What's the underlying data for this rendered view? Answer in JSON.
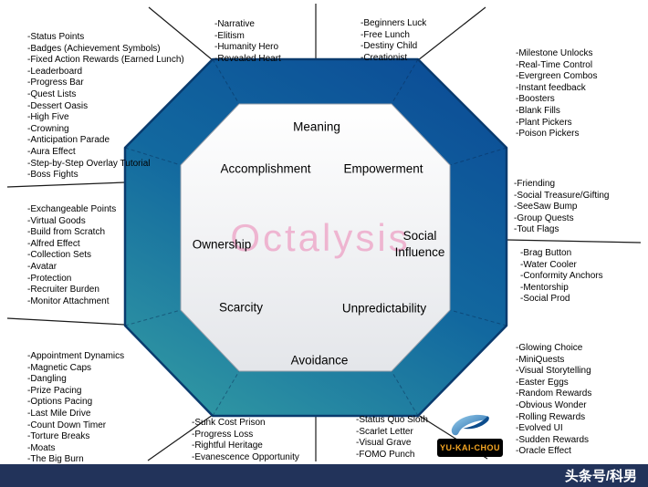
{
  "watermark": "Octalysis",
  "drives": {
    "meaning": "Meaning",
    "accomplishment": "Accomplishment",
    "empowerment": "Empowerment",
    "ownership": "Ownership",
    "social_influence_line1": "Social",
    "social_influence_line2": "Influence",
    "scarcity": "Scarcity",
    "unpredictability": "Unpredictability",
    "avoidance": "Avoidance"
  },
  "technique_lists": {
    "accomplishment": [
      "-Status Points",
      "-Badges (Achievement Symbols)",
      "-Fixed Action Rewards (Earned Lunch)",
      "-Leaderboard",
      "-Progress Bar",
      "-Quest Lists",
      "-Dessert Oasis",
      "-High Five",
      "-Crowning",
      "-Anticipation Parade",
      "-Aura Effect",
      "-Step-by-Step Overlay Tutorial",
      "-Boss Fights"
    ],
    "meaning_left": [
      "-Narrative",
      "-Elitism",
      "-Humanity Hero",
      "-Revealed Heart"
    ],
    "meaning_right": [
      "-Beginners Luck",
      "-Free Lunch",
      "-Destiny Child",
      "-Creationist"
    ],
    "empowerment": [
      "-Milestone Unlocks",
      "-Real-Time Control",
      "-Evergreen Combos",
      "-Instant feedback",
      "-Boosters",
      "-Blank Fills",
      "-Plant Pickers",
      "-Poison Pickers"
    ],
    "ownership": [
      "-Exchangeable Points",
      "-Virtual Goods",
      "-Build from Scratch",
      "-Alfred Effect",
      "-Collection Sets",
      "-Avatar",
      "-Protection",
      "-Recruiter Burden",
      "-Monitor Attachment"
    ],
    "social_influence_upper": [
      "-Friending",
      "-Social Treasure/Gifting",
      "-SeeSaw Bump",
      "-Group Quests",
      "-Tout Flags"
    ],
    "social_influence_lower": [
      "-Brag Button",
      "-Water Cooler",
      "-Conformity Anchors",
      "-Mentorship",
      "-Social Prod"
    ],
    "scarcity": [
      "-Appointment Dynamics",
      "-Magnetic Caps",
      "-Dangling",
      "-Prize Pacing",
      "-Options Pacing",
      "-Last Mile Drive",
      "-Count Down Timer",
      "-Torture Breaks",
      "-Moats",
      "-The Big Burn"
    ],
    "avoidance_left": [
      "-Sunk Cost Prison",
      "-Progress Loss",
      "-Rightful Heritage",
      "-Evanescence Opportunity"
    ],
    "avoidance_right": [
      "-Status Quo Sloth",
      "-Scarlet Letter",
      "-Visual Grave",
      "-FOMO Punch"
    ],
    "unpredictability": [
      "-Glowing Choice",
      "-MiniQuests",
      "-Visual Storytelling",
      "-Easter Eggs",
      "-Random Rewards",
      "-Obvious Wonder",
      "-Rolling Rewards",
      "-Evolved UI",
      "-Sudden Rewards",
      "-Oracle Effect"
    ]
  },
  "logo": {
    "text": "YU-KAI-CHOU"
  },
  "footer": {
    "text": "头条号/科男"
  },
  "colors": {
    "outer_top": "#0c4e97",
    "outer_mid": "#12689f",
    "outer_bottom": "#2f96a3",
    "octagon_outline": "#0a3b6e",
    "inner_top": "#ffffff",
    "inner_bottom": "#e4e6ea",
    "watermark_pink": "#ec79ae",
    "footer_bg": "#22335a",
    "footer_text": "#ffffff",
    "logo_bg": "#000000",
    "logo_text": "#f5a623",
    "line": "#1a1a1a"
  }
}
